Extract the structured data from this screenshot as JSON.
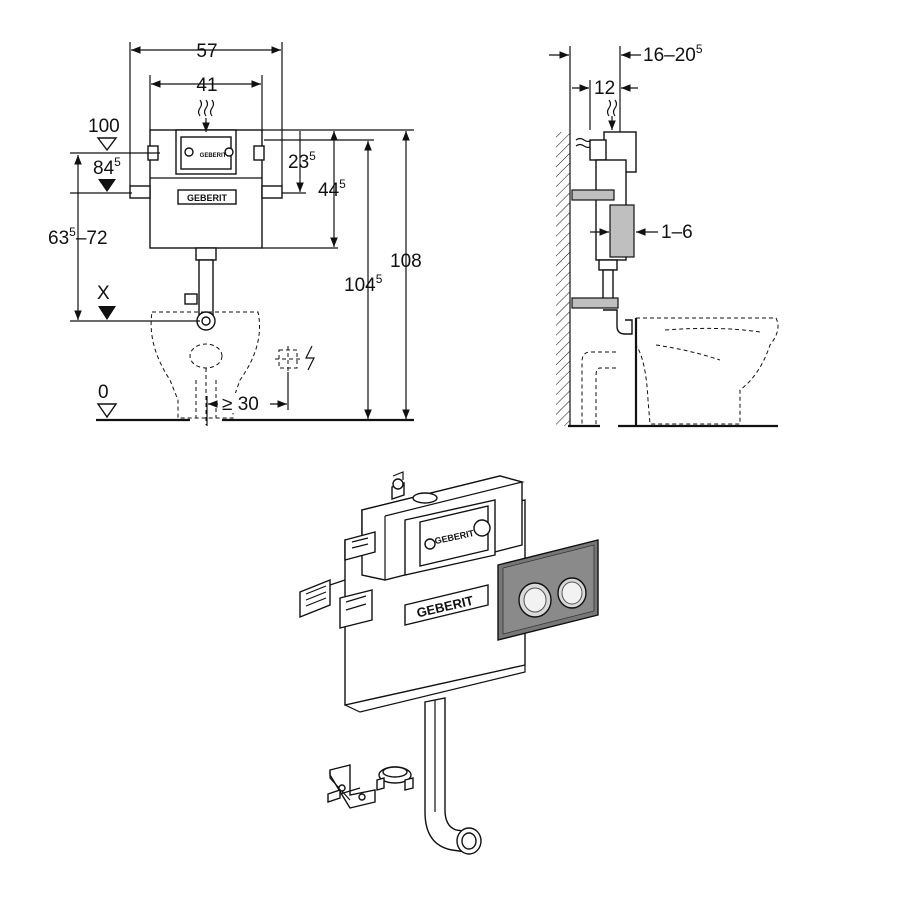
{
  "front_view": {
    "width_outer": "57",
    "width_inner": "41",
    "level_100": "100",
    "level_84": {
      "main": "84",
      "sup": "5"
    },
    "range_63_72": {
      "main": "63",
      "sup": "5",
      "rest": "–72"
    },
    "marker_x": "X",
    "level_0": "0",
    "dim_23": {
      "main": "23",
      "sup": "5"
    },
    "dim_44": {
      "main": "44",
      "sup": "5"
    },
    "dim_104": {
      "main": "104",
      "sup": "5"
    },
    "dim_108": "108",
    "min_30": "≥ 30"
  },
  "side_view": {
    "depth_range": {
      "main": "16–20",
      "sup": "5"
    },
    "depth_12": "12",
    "range_1_6": "1–6"
  },
  "brand": "GEBERIT"
}
